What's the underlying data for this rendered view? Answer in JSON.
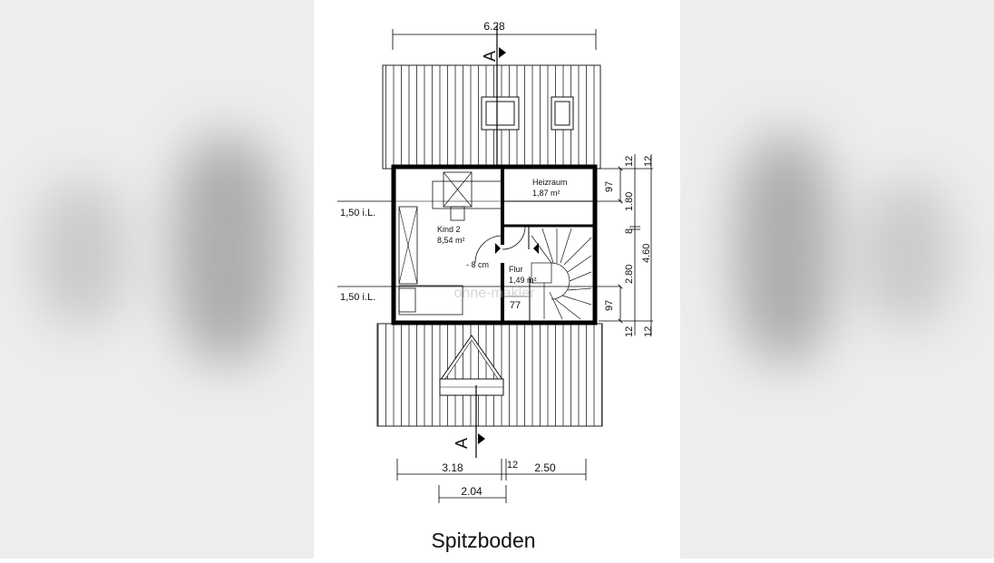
{
  "plan": {
    "title": "Spitzboden",
    "section_marker": "A",
    "rooms": [
      {
        "name": "Kind 2",
        "area": "8,54 m²"
      },
      {
        "name": "Heizraum",
        "area": "1,87 m²"
      },
      {
        "name": "Flur",
        "area": "1,49 m²"
      }
    ],
    "note_step": "- 8 cm",
    "headroom_labels": [
      "1,50 i.L.",
      "1,50 i.L."
    ],
    "dimensions": {
      "top_width": "6.28",
      "bottom": [
        "3.18",
        "12",
        "2.50"
      ],
      "bottom_inner": "2.04",
      "right_inner": [
        "97",
        "97"
      ],
      "right_mid": [
        "12",
        "1.80",
        "8",
        "2.80",
        "12"
      ],
      "right_outer": [
        "12",
        "4.60",
        "12"
      ],
      "door_width": "77"
    },
    "watermark": "ohne-makler"
  }
}
